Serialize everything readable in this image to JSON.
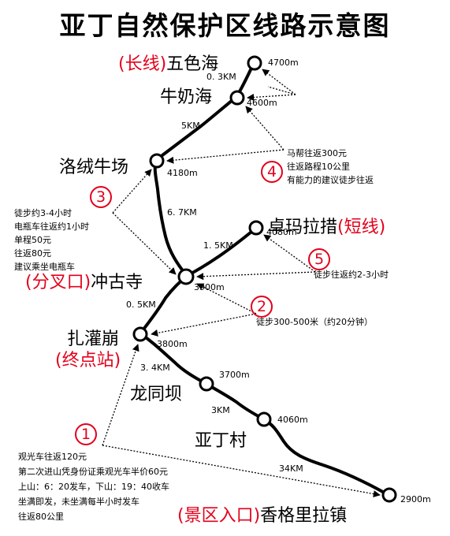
{
  "title": "亚丁自然保护区线路示意图",
  "colors": {
    "accent": "#e3001b",
    "route": "#000000"
  },
  "places": {
    "wuse": "五色海",
    "wuse_tag": "(长线)",
    "niunai": "牛奶海",
    "luorong": "洛绒牛场",
    "zhuoma": "卓玛拉措",
    "zhuoma_tag": "(短线)",
    "chonggu": "冲古寺",
    "chonggu_tag": "(分叉口)",
    "zhaguan": "扎灌崩",
    "zhaguan_tag": "(终点站)",
    "longtong": "龙同坝",
    "yading": "亚丁村",
    "xianggelila": "香格里拉镇",
    "xianggelila_tag": "(景区入口)"
  },
  "elevations": {
    "wuse": "4700m",
    "niunai": "4600m",
    "luorong": "4180m",
    "zhuoma": "4080m",
    "chonggu": "3900m",
    "zhaguan": "3800m",
    "longtong": "3700m",
    "yading": "4060m",
    "xianggelila": "2900m"
  },
  "distances": {
    "wuse_niunai": "0. 3KM",
    "niunai_luorong": "5KM",
    "luorong_chonggu": "6. 7KM",
    "zhuoma_chonggu": "1. 5KM",
    "chonggu_zhaguan": "0. 5KM",
    "zhaguan_longtong": "3. 4KM",
    "longtong_yading": "3KM",
    "yading_xianggelila": "34KM"
  },
  "notes": {
    "n1": {
      "num": "1",
      "lines": [
        "观光车往返120元",
        "第二次进山凭身份证乘观光车半价60元",
        "上山：6：20发车，下山：19：40收车",
        "坐满即发，未坐满每半小时发车",
        "往返80公里"
      ]
    },
    "n2": {
      "num": "2",
      "lines": [
        "徒步300-500米（约20分钟）"
      ]
    },
    "n3": {
      "num": "3",
      "lines": [
        "徒步约3-4小时",
        "电瓶车往返约1小时",
        "单程50元",
        "往返80元",
        "建议乘坐电瓶车"
      ]
    },
    "n4": {
      "num": "4",
      "lines": [
        "马帮往返300元",
        "往返路程10公里",
        "有能力的建议徒步往返"
      ]
    },
    "n5": {
      "num": "5",
      "lines": [
        "徒步往返约2-3小时"
      ]
    }
  }
}
